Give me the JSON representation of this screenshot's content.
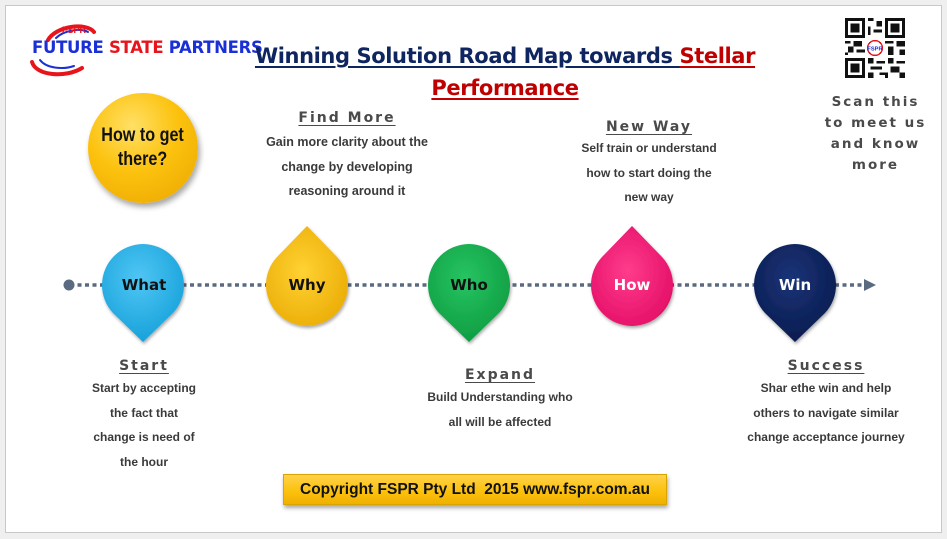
{
  "logo": {
    "badge": "FSPR",
    "name_part1": "FUTURE ",
    "name_part2": "STATE",
    "name_part3": " PARTNERS"
  },
  "title": {
    "part1": "Winning Solution Road Map towards ",
    "highlight": "Stellar",
    "line2": "Performance"
  },
  "qr": {
    "icon": "qr-code-icon",
    "caption_lines": [
      "Scan this",
      "to meet us",
      "and know",
      "more"
    ]
  },
  "intro_badge": {
    "line1": "How to get",
    "line2": "there?",
    "color": "#fcc20e"
  },
  "timeline": {
    "line_color": "#5a6a80",
    "pins": [
      {
        "label": "What",
        "color": "#1fb2ec",
        "text_color": "#111111",
        "tip": "down"
      },
      {
        "label": "Why",
        "color": "#fcc20e",
        "text_color": "#111111",
        "tip": "up"
      },
      {
        "label": "Who",
        "color": "#12b04d",
        "text_color": "#111111",
        "tip": "down"
      },
      {
        "label": "How",
        "color": "#ff1173",
        "text_color": "#ffffff",
        "tip": "up"
      },
      {
        "label": "Win",
        "color": "#0c2462",
        "text_color": "#ffffff",
        "tip": "down"
      }
    ]
  },
  "steps": {
    "start": {
      "heading": "Start",
      "lines": [
        "Start by accepting",
        "the fact that",
        "change is need of",
        "the hour"
      ]
    },
    "find_more": {
      "heading": "Find More",
      "lines": [
        "Gain more clarity about the",
        "change by developing",
        "reasoning around it"
      ]
    },
    "expand": {
      "heading": "Expand",
      "lines": [
        "Build Understanding who",
        "all will be affected"
      ]
    },
    "new_way": {
      "heading": "New Way",
      "lines": [
        "Self train or understand",
        "how to start doing the",
        "new way"
      ]
    },
    "success": {
      "heading": "Success",
      "lines": [
        "Shar ethe win and help",
        "others to navigate similar",
        "change acceptance journey"
      ]
    }
  },
  "footer": {
    "copyright": "Copyright FSPR Pty Ltd  2015 www.fspr.com.au"
  }
}
